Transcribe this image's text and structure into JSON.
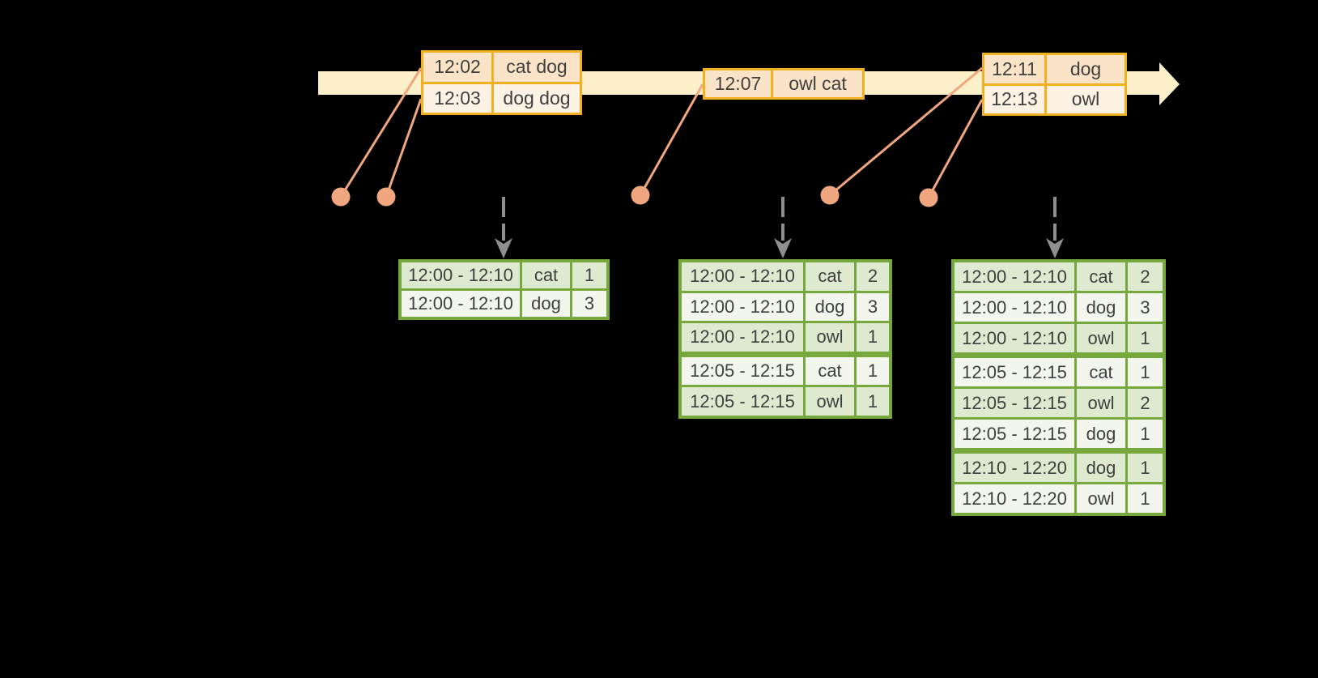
{
  "colors": {
    "background": "#000000",
    "band": "#FCF0CA",
    "gold": "#F0B01F",
    "event-row-a": "#FAE3C6",
    "event-row-b": "#FDF2E3",
    "salmon": "#F0A67E",
    "green": "#77A83E",
    "result-row-a": "#DDEACF",
    "result-row-b": "#F2F6ED",
    "arrow-gray": "#8F8F8F",
    "text": "#3F3F3F"
  },
  "event_tables": [
    {
      "rows": [
        {
          "time": "12:02",
          "words": "cat dog"
        },
        {
          "time": "12:03",
          "words": "dog dog"
        }
      ]
    },
    {
      "rows": [
        {
          "time": "12:07",
          "words": "owl cat"
        }
      ]
    },
    {
      "rows": [
        {
          "time": "12:11",
          "words": "dog"
        },
        {
          "time": "12:13",
          "words": "owl"
        }
      ]
    }
  ],
  "result_tables": [
    {
      "rows": [
        {
          "window": "12:00 - 12:10",
          "word": "cat",
          "count": "1"
        },
        {
          "window": "12:00 - 12:10",
          "word": "dog",
          "count": "3"
        }
      ]
    },
    {
      "rows": [
        {
          "window": "12:00 - 12:10",
          "word": "cat",
          "count": "2"
        },
        {
          "window": "12:00 - 12:10",
          "word": "dog",
          "count": "3"
        },
        {
          "window": "12:00 - 12:10",
          "word": "owl",
          "count": "1"
        },
        {
          "window": "12:05 - 12:15",
          "word": "cat",
          "count": "1"
        },
        {
          "window": "12:05 - 12:15",
          "word": "owl",
          "count": "1"
        }
      ]
    },
    {
      "rows": [
        {
          "window": "12:00 - 12:10",
          "word": "cat",
          "count": "2"
        },
        {
          "window": "12:00 - 12:10",
          "word": "dog",
          "count": "3"
        },
        {
          "window": "12:00 - 12:10",
          "word": "owl",
          "count": "1"
        },
        {
          "window": "12:05 - 12:15",
          "word": "cat",
          "count": "1"
        },
        {
          "window": "12:05 - 12:15",
          "word": "owl",
          "count": "2"
        },
        {
          "window": "12:05 - 12:15",
          "word": "dog",
          "count": "1"
        },
        {
          "window": "12:10 - 12:20",
          "word": "dog",
          "count": "1"
        },
        {
          "window": "12:10 - 12:20",
          "word": "owl",
          "count": "1"
        }
      ]
    }
  ]
}
